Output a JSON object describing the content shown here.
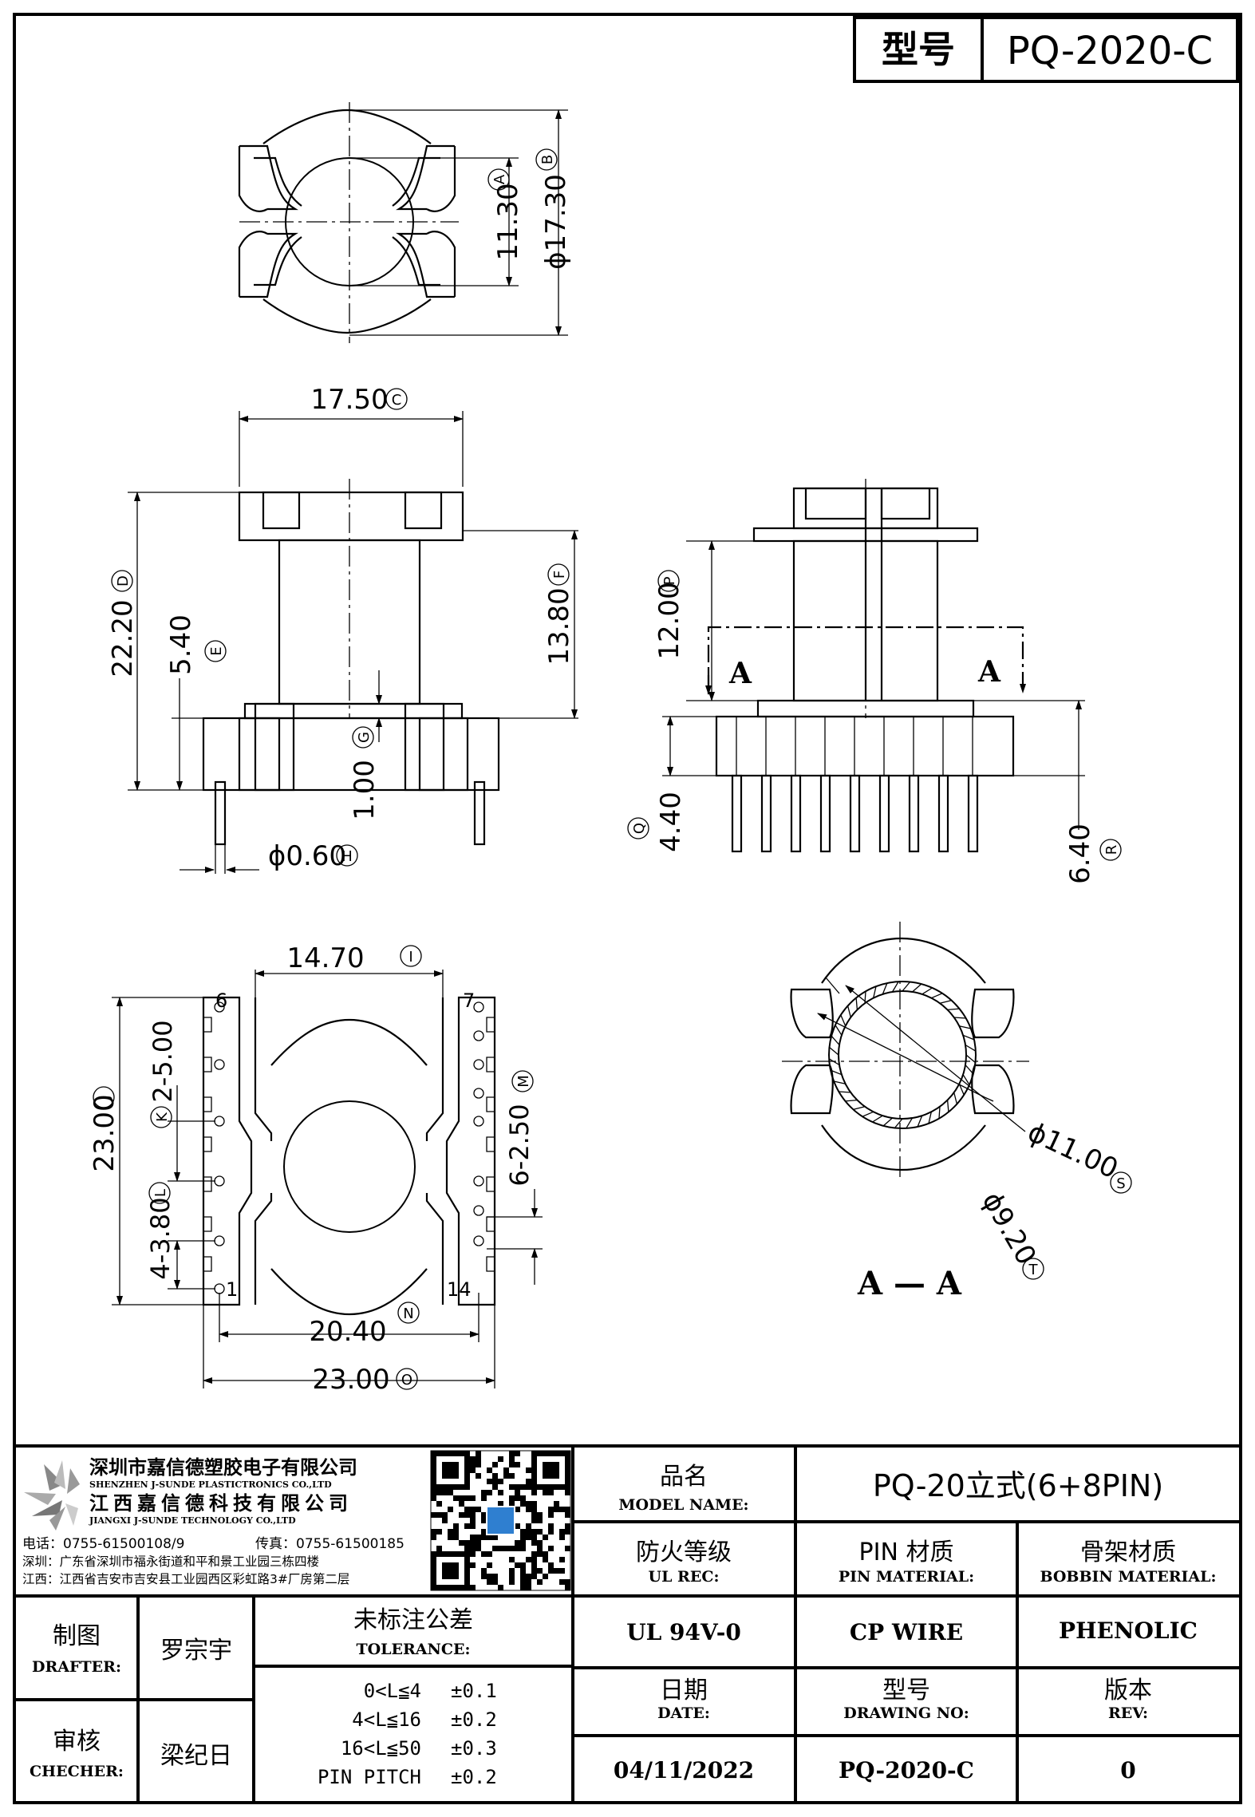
{
  "header": {
    "model_label": "型号",
    "model_value": "PQ-2020-C"
  },
  "dimensions": {
    "A": "11.30",
    "B": "ϕ17.30",
    "C": "17.50",
    "D": "22.20",
    "E": "5.40",
    "F": "13.80",
    "G": "1.00",
    "H": "ϕ0.60",
    "P": "12.00",
    "Q": "4.40",
    "R": "6.40",
    "I": "14.70",
    "J": "23.00",
    "K": "2-5.00",
    "L": "4-3.80",
    "M": "6-2.50",
    "N": "20.40",
    "O": "23.00",
    "S": "ϕ11.00",
    "T": "ϕ9.20"
  },
  "markers": {
    "A": "A",
    "B": "B",
    "C": "C",
    "D": "D",
    "E": "E",
    "F": "F",
    "G": "G",
    "H": "H",
    "I": "I",
    "J": "J",
    "K": "K",
    "L": "L",
    "M": "M",
    "N": "N",
    "O": "O",
    "P": "P",
    "Q": "Q",
    "R": "R",
    "S": "S",
    "T": "T"
  },
  "section": {
    "left": "A",
    "right": "A",
    "title": "A — A"
  },
  "pins": {
    "p6": "6",
    "p7": "7",
    "p1": "1",
    "p14": "14"
  },
  "company": {
    "name_cn": "深圳市嘉信德塑胶电子有限公司",
    "name_en": "SHENZHEN J-SUNDE PLASTICTRONICS CO.,LTD",
    "name_cn2": "江西嘉信德科技有限公司",
    "name_en2": "JIANGXI J-SUNDE TECHNOLOGY CO.,LTD",
    "tel": "电话：0755-61500108/9",
    "fax": "传真：0755-61500185",
    "addr_sz": "深圳：广东省深圳市福永街道和平和景工业园三栋四楼",
    "addr_jx": "江西：江西省吉安市吉安县工业园西区彩虹路3#厂房第二层"
  },
  "title_block": {
    "model_name_cn": "品名",
    "model_name_en": "MODEL NAME:",
    "model_name_value": "PQ-20立式(6+8PIN)",
    "ul_cn": "防火等级",
    "ul_en": "UL REC:",
    "ul_value": "UL 94V-0",
    "pin_cn": "PIN 材质",
    "pin_en": "PIN MATERIAL:",
    "pin_value": "CP WIRE",
    "bobbin_cn": "骨架材质",
    "bobbin_en": "BOBBIN MATERIAL:",
    "bobbin_value": "PHENOLIC",
    "drafter_cn": "制图",
    "drafter_en": "DRAFTER:",
    "drafter_value": "罗宗宇",
    "checker_cn": "审核",
    "checker_en": "CHECHER:",
    "checker_value": "梁纪日",
    "tol_cn": "未标注公差",
    "tol_en": "TOLERANCE:",
    "tolerances": [
      {
        "range": "0<L≦4",
        "value": "±0.1"
      },
      {
        "range": "4<L≦16",
        "value": "±0.2"
      },
      {
        "range": "16<L≦50",
        "value": "±0.3"
      },
      {
        "range": "PIN PITCH",
        "value": "±0.2"
      }
    ],
    "date_cn": "日期",
    "date_en": "DATE:",
    "date_value": "04/11/2022",
    "dwg_cn": "型号",
    "dwg_en": "DRAWING NO:",
    "dwg_value": "PQ-2020-C",
    "rev_cn": "版本",
    "rev_en": "REV:",
    "rev_value": "0"
  },
  "icons": {
    "logo": "pinwheel-logo-icon",
    "qr": "qr-code-icon"
  }
}
